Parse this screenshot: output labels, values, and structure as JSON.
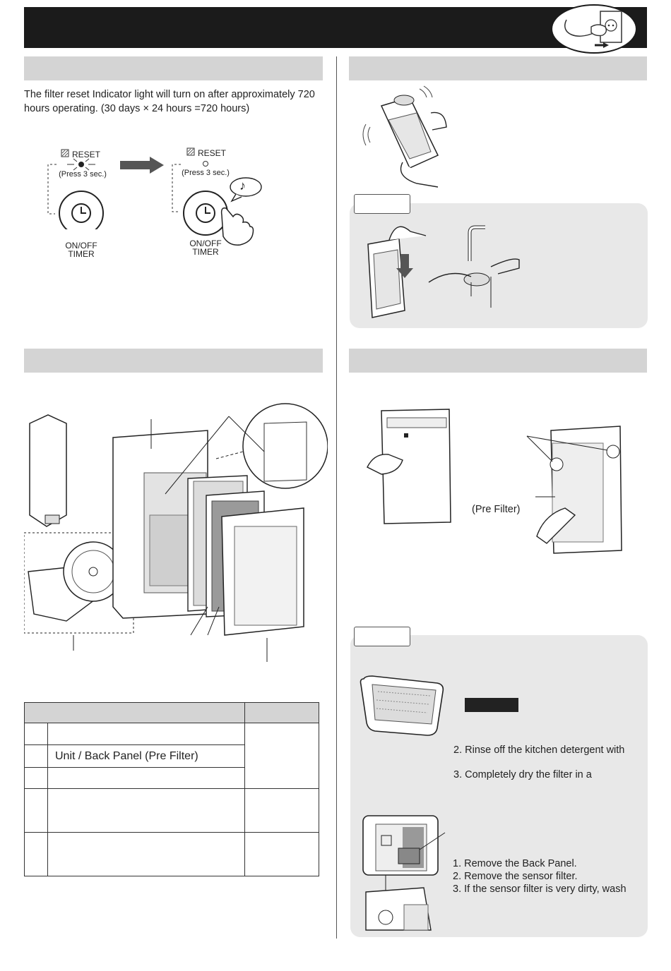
{
  "intro": {
    "text": "The filter reset Indicator light will turn on after approximately 720 hours operating. (30 days × 24 hours =720 hours)"
  },
  "reset_panel": {
    "before": {
      "reset_label": "RESET",
      "press_label": "(Press 3 sec.)",
      "button_label_1": "ON/OFF",
      "button_label_2": "TIMER"
    },
    "after": {
      "reset_label": "RESET",
      "press_label": "(Press 3 sec.)",
      "button_label_1": "ON/OFF",
      "button_label_2": "TIMER"
    },
    "beep_symbol": "♪"
  },
  "pre_filter_label": "(Pre Filter)",
  "parts_table": {
    "rows": [
      {
        "name": ""
      },
      {
        "name": "Unit / Back Panel (Pre Filter)"
      },
      {
        "name": ""
      },
      {
        "name": ""
      },
      {
        "name": ""
      }
    ]
  },
  "washing_steps": {
    "step2": "2. Rinse off the kitchen detergent with",
    "step3": "3. Completely dry the filter in a"
  },
  "sensor_steps": {
    "step1": "1. Remove the Back Panel.",
    "step2": "2. Remove the sensor filter.",
    "step3": "3. If the sensor filter is very dirty, wash"
  }
}
